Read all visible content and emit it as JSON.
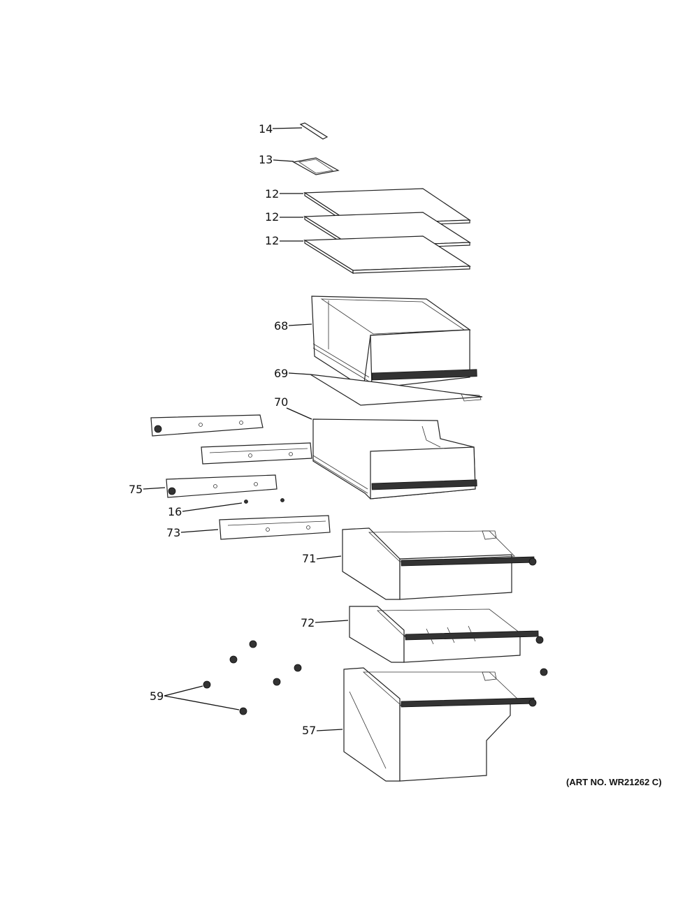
{
  "callouts": {
    "c14": "14",
    "c13": "13",
    "c12a": "12",
    "c12b": "12",
    "c12c": "12",
    "c68": "68",
    "c69": "69",
    "c70": "70",
    "c75": "75",
    "c16": "16",
    "c73": "73",
    "c71": "71",
    "c72": "72",
    "c59": "59",
    "c57": "57"
  },
  "art_number": "(ART NO. WR21262 C)"
}
